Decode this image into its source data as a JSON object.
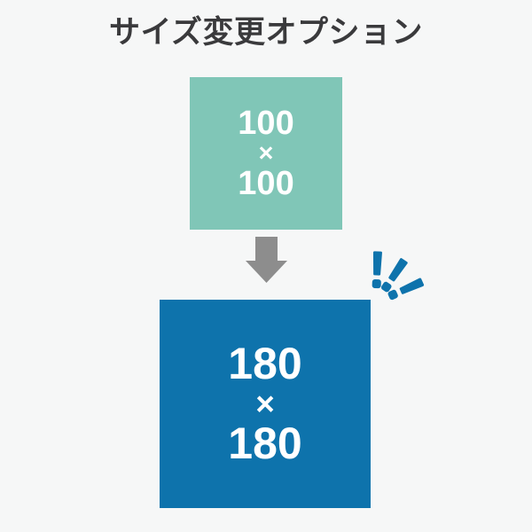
{
  "title": "サイズ変更オプション",
  "colors": {
    "background": "#f6f7f7",
    "title": "#3a3a3c",
    "small-square": "#80c6b7",
    "large-square": "#0e73ac",
    "arrow": "#8d8d8d",
    "square-text": "#ffffff",
    "emphasis": "#0e73ac"
  },
  "original": {
    "width": "100",
    "times": "×",
    "height": "100"
  },
  "resized": {
    "width": "180",
    "times": "×",
    "height": "180"
  },
  "icons": {
    "arrow": "down-arrow-icon",
    "emphasis": "emphasis-marks-icon"
  }
}
